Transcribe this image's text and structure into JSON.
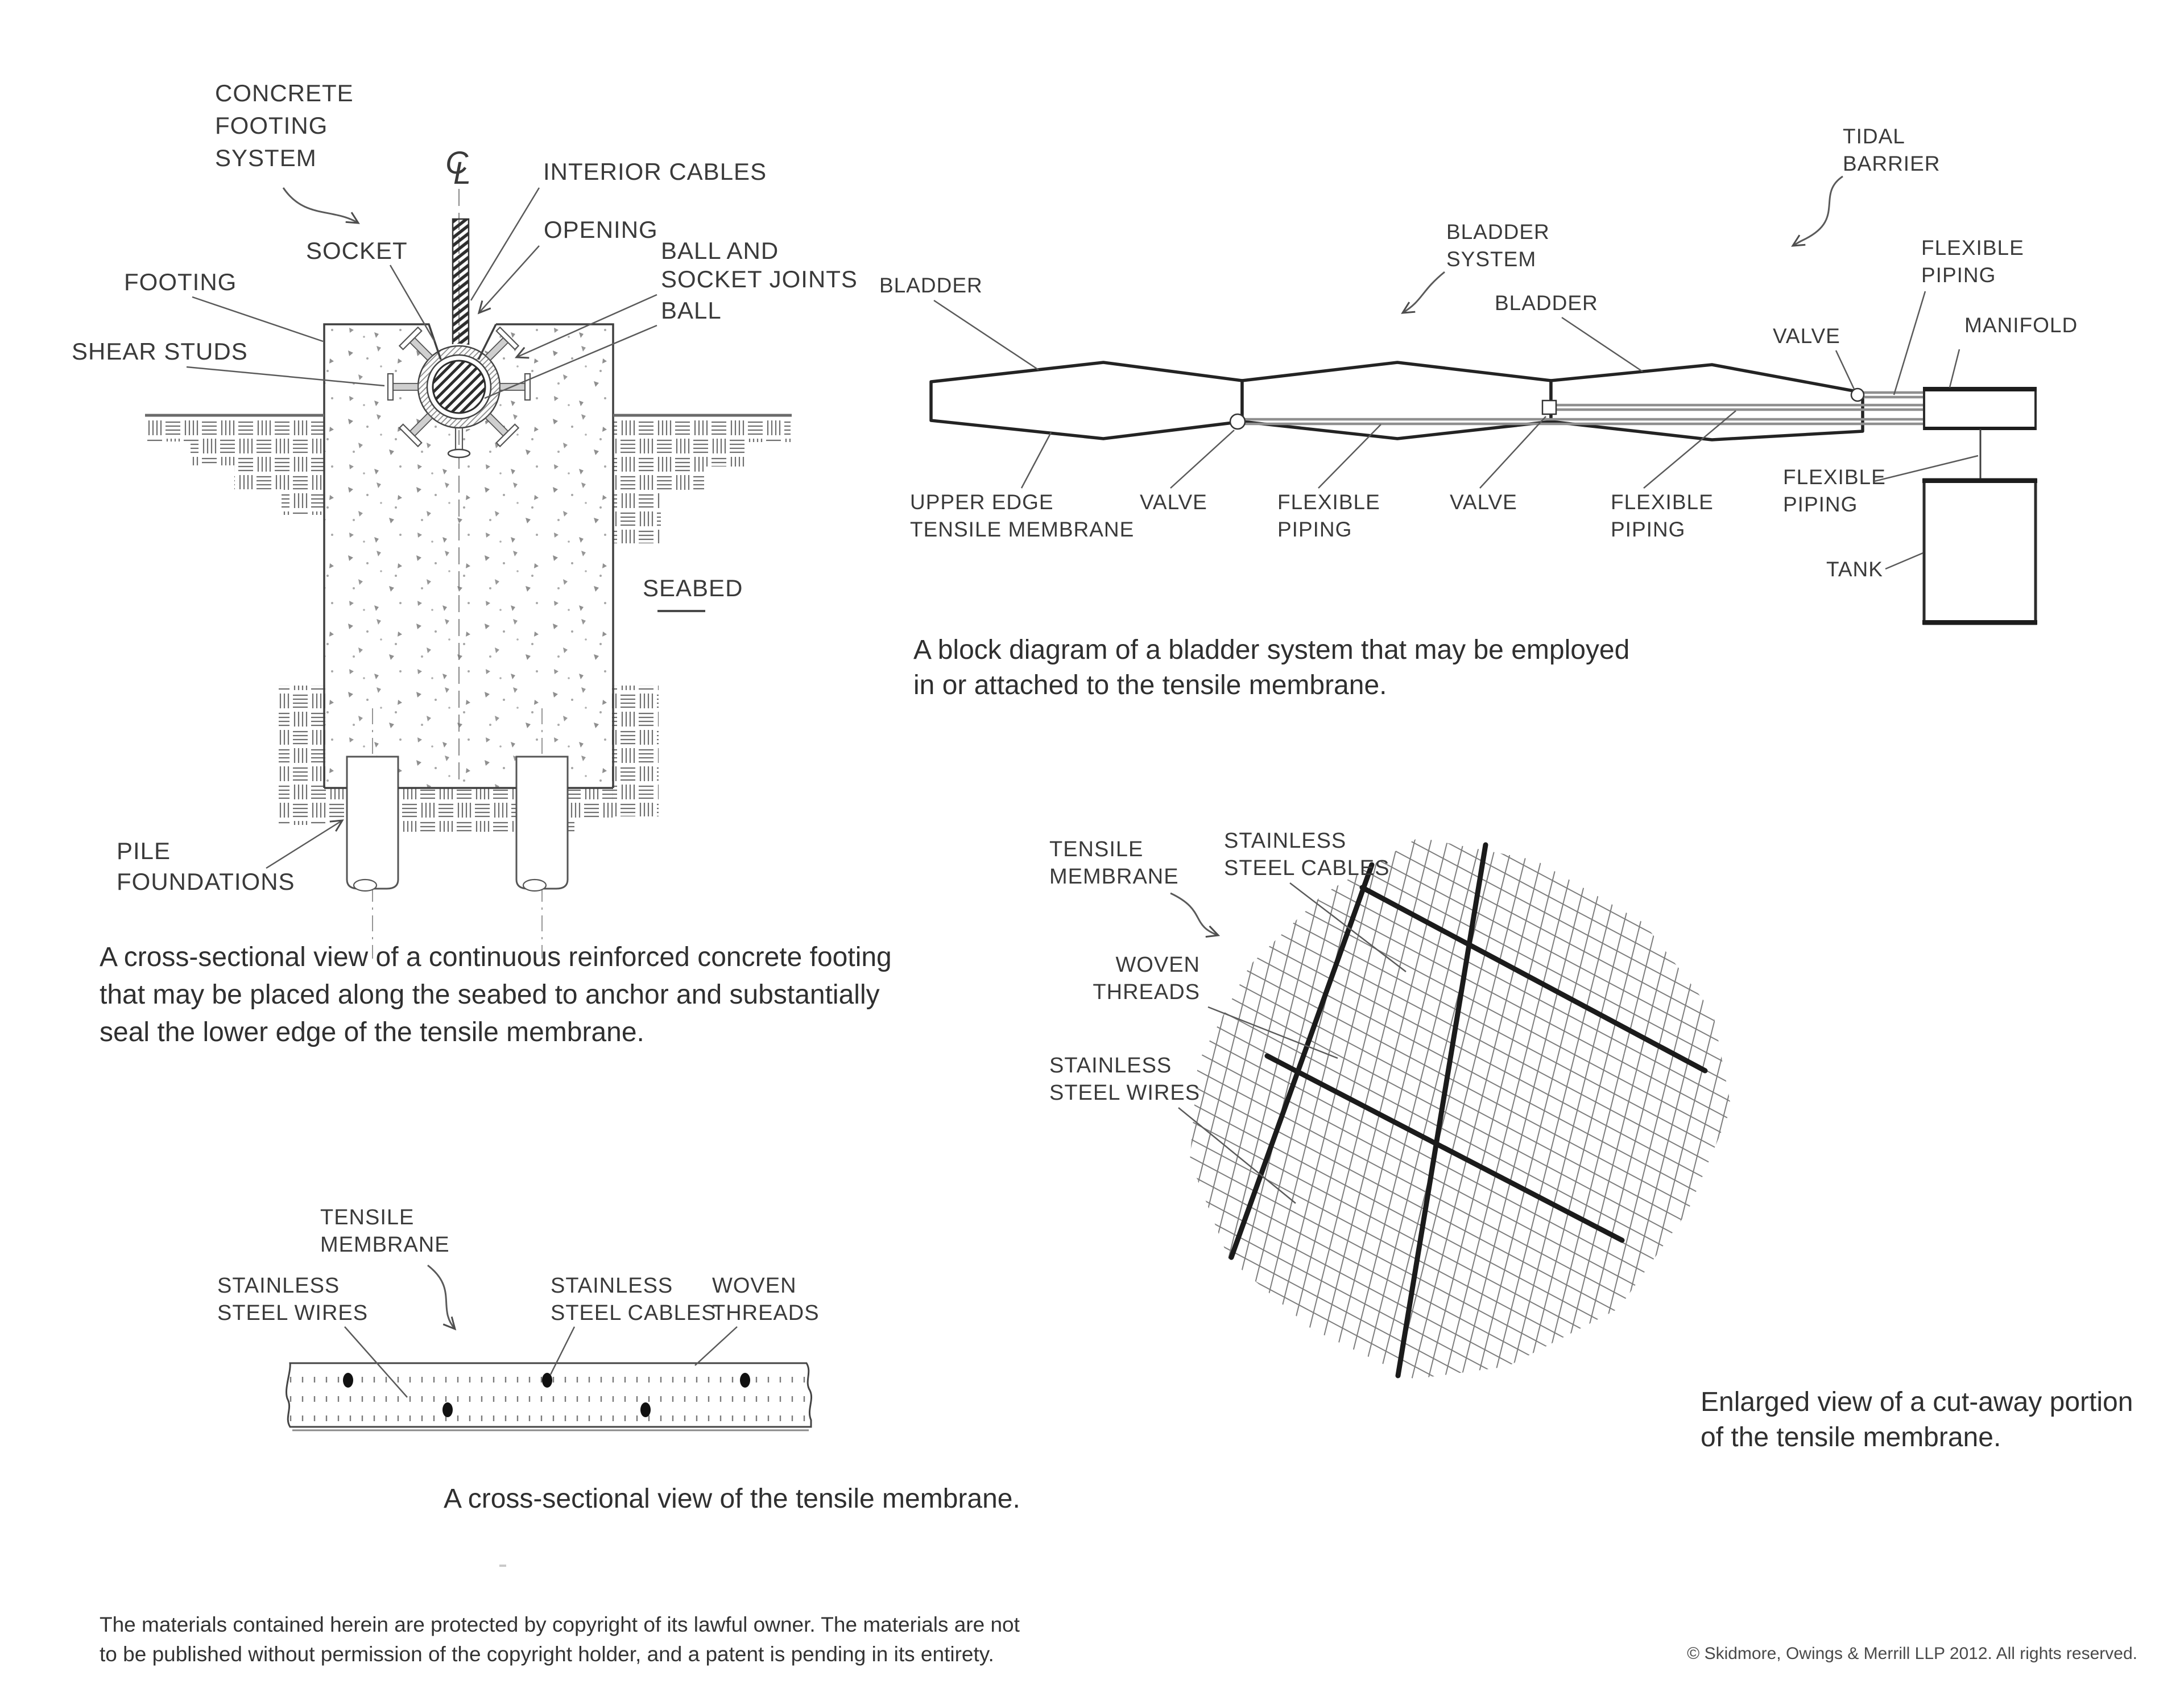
{
  "colors": {
    "ink": "#3a3a3a",
    "line": "#4a4a4a",
    "paper": "#ffffff"
  },
  "fig_footing": {
    "labels": {
      "concrete_footing_system": [
        "CONCRETE",
        "FOOTING",
        "SYSTEM"
      ],
      "centerline_c": "C",
      "centerline_l": "L",
      "interior_cables": "INTERIOR CABLES",
      "opening": "OPENING",
      "socket": "SOCKET",
      "ball_and_socket_joints": [
        "BALL AND",
        "SOCKET JOINTS"
      ],
      "footing": "FOOTING",
      "ball": "BALL",
      "shear_studs": "SHEAR STUDS",
      "seabed": "SEABED",
      "pile_foundations": [
        "PILE",
        "FOUNDATIONS"
      ]
    },
    "caption_lines": [
      "A cross-sectional view of a continuous reinforced concrete footing",
      "that may be placed along the seabed to anchor and substantially",
      "seal the lower edge of the tensile membrane."
    ]
  },
  "fig_bladder": {
    "labels": {
      "bladder_left": "BLADDER",
      "bladder_system": [
        "BLADDER",
        "SYSTEM"
      ],
      "bladder_right": "BLADDER",
      "tidal_barrier": [
        "TIDAL",
        "BARRIER"
      ],
      "flexible_piping_top": [
        "FLEXIBLE",
        "PIPING"
      ],
      "valve_top": "VALVE",
      "manifold": "MANIFOLD",
      "upper_edge_tensile_membrane": [
        "UPPER EDGE",
        "TENSILE MEMBRANE"
      ],
      "valve_left": "VALVE",
      "flexible_piping_left": [
        "FLEXIBLE",
        "PIPING"
      ],
      "valve_mid": "VALVE",
      "flexible_piping_mid": [
        "FLEXIBLE",
        "PIPING"
      ],
      "flexible_piping_right": [
        "FLEXIBLE",
        "PIPING"
      ],
      "tank": "TANK"
    },
    "caption_lines": [
      "A block diagram of a bladder system that may be employed",
      "in or attached to the tensile membrane."
    ]
  },
  "fig_membrane_section": {
    "labels": {
      "tensile_membrane": [
        "TENSILE",
        "MEMBRANE"
      ],
      "stainless_steel_wires": [
        "STAINLESS",
        "STEEL WIRES"
      ],
      "stainless_steel_cables": [
        "STAINLESS",
        "STEEL CABLES"
      ],
      "woven_threads": [
        "WOVEN",
        "THREADS"
      ]
    },
    "caption": "A cross-sectional view of the tensile membrane."
  },
  "fig_membrane_enlarged": {
    "labels": {
      "tensile_membrane": [
        "TENSILE",
        "MEMBRANE"
      ],
      "stainless_steel_cables": [
        "STAINLESS",
        "STEEL CABLES"
      ],
      "woven_threads": [
        "WOVEN",
        "THREADS"
      ],
      "stainless_steel_wires": [
        "STAINLESS",
        "STEEL WIRES"
      ]
    },
    "caption_lines": [
      "Enlarged view of a cut-away portion",
      "of the tensile membrane."
    ]
  },
  "footer": {
    "left_lines": [
      "The materials contained herein are protected by copyright of its lawful owner. The materials are not",
      "to be published without permission of the copyright holder, and a patent is pending in its entirety."
    ],
    "copyright": "© Skidmore, Owings & Merrill LLP 2012. All rights reserved."
  }
}
